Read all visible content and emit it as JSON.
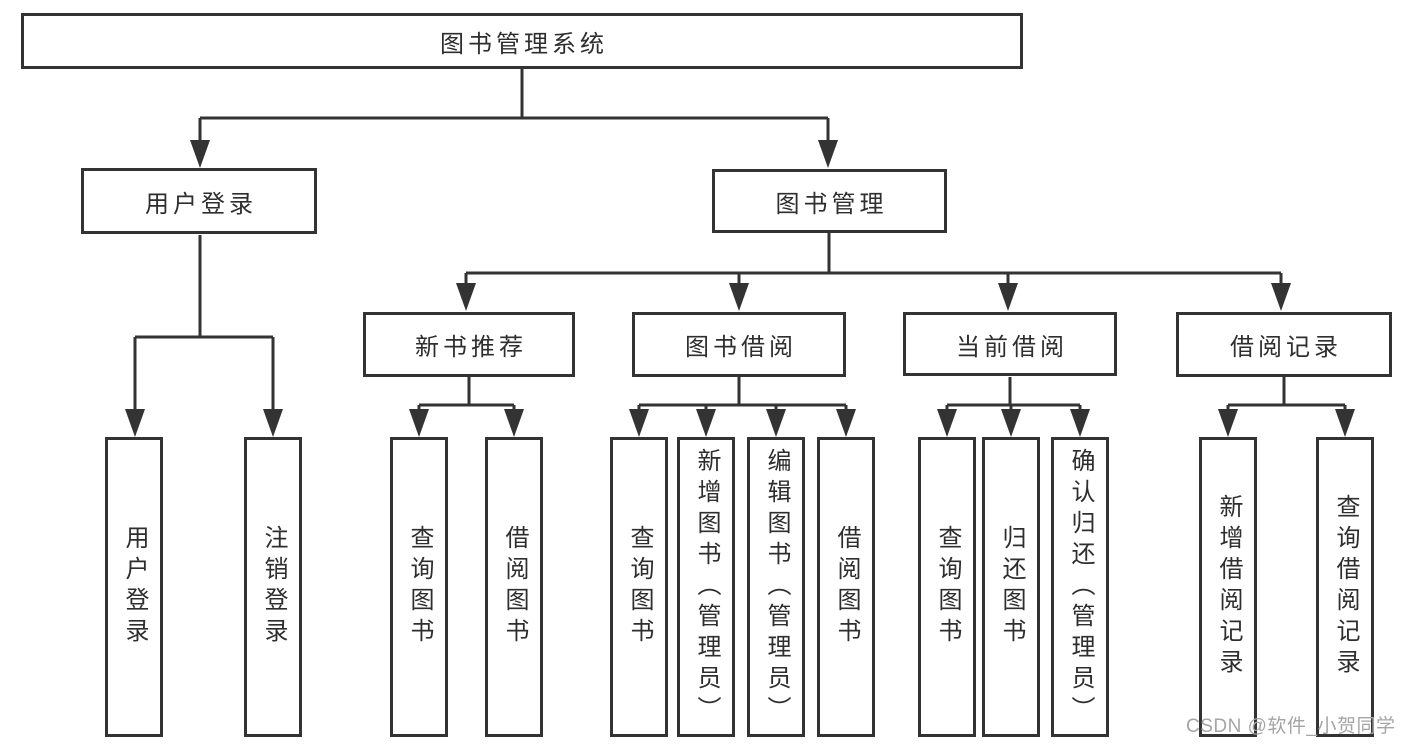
{
  "diagram": {
    "watermark": "CSDN @软件_小贺同学",
    "colors": {
      "line": "#333333",
      "text": "#2e2e2e",
      "watermark": "#a5a5a5",
      "background": "#ffffff"
    },
    "tree": {
      "label": "图书管理系统",
      "children": [
        {
          "label": "用户登录",
          "children": [
            {
              "label": "用户登录"
            },
            {
              "label": "注销登录"
            }
          ]
        },
        {
          "label": "图书管理",
          "children": [
            {
              "label": "新书推荐",
              "children": [
                {
                  "label": "查询图书"
                },
                {
                  "label": "借阅图书"
                }
              ]
            },
            {
              "label": "图书借阅",
              "children": [
                {
                  "label": "查询图书"
                },
                {
                  "label": "新增图书（管理员）"
                },
                {
                  "label": "编辑图书（管理员）"
                },
                {
                  "label": "借阅图书"
                }
              ]
            },
            {
              "label": "当前借阅",
              "children": [
                {
                  "label": "查询图书"
                },
                {
                  "label": "归还图书"
                },
                {
                  "label": "确认归还（管理员）"
                }
              ]
            },
            {
              "label": "借阅记录",
              "children": [
                {
                  "label": "新增借阅记录"
                },
                {
                  "label": "查询借阅记录"
                }
              ]
            }
          ]
        }
      ]
    }
  }
}
